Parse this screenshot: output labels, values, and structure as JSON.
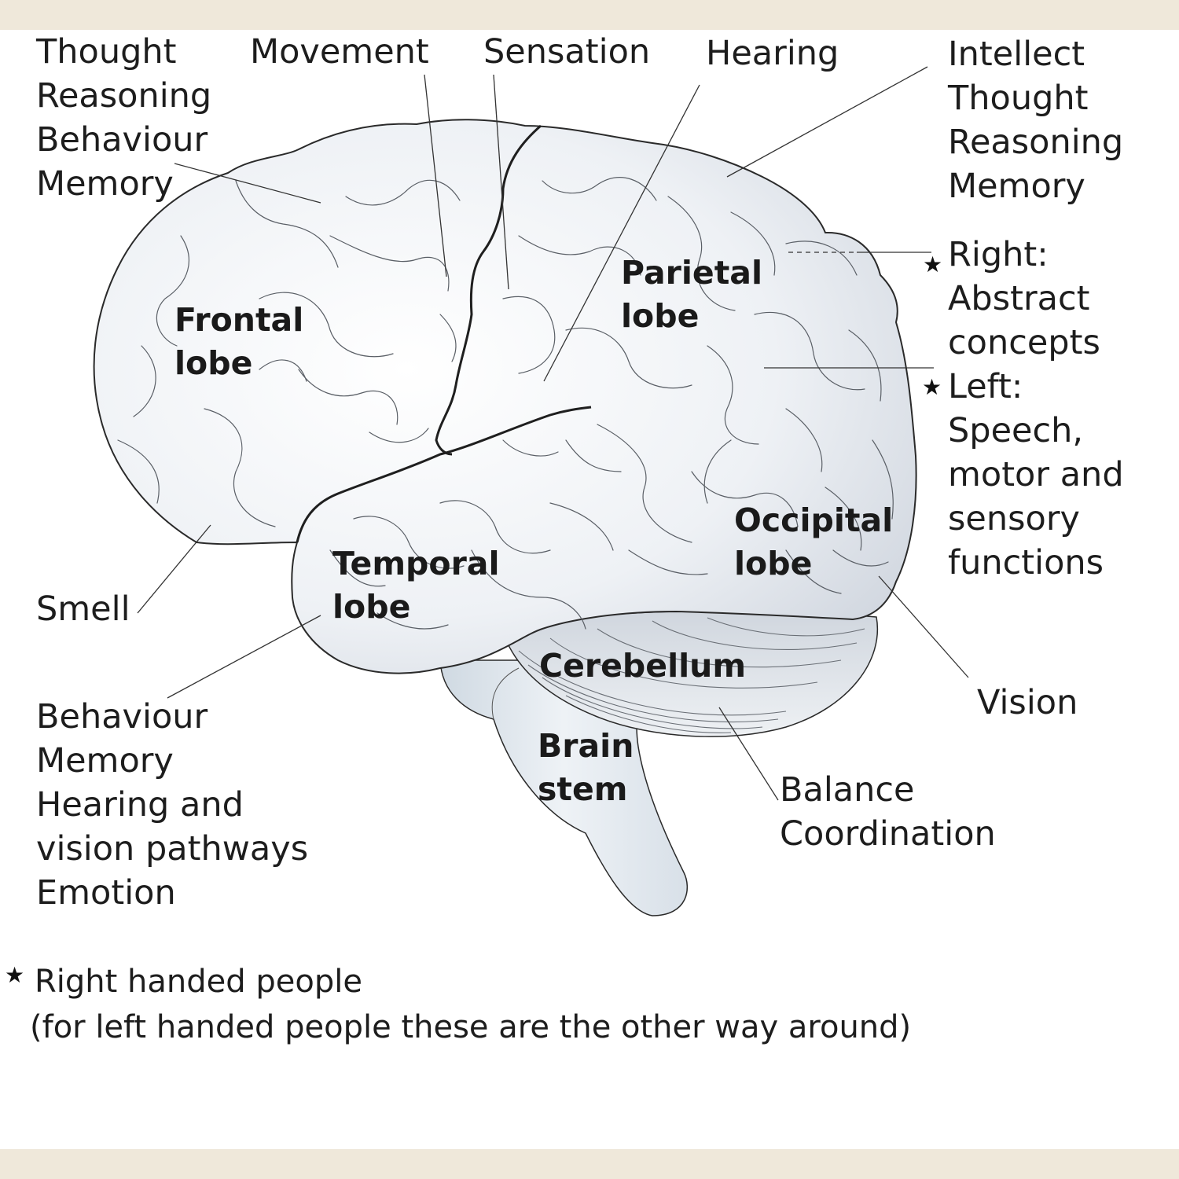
{
  "lobes": {
    "frontal": [
      "Frontal",
      "lobe"
    ],
    "parietal": [
      "Parietal",
      "lobe"
    ],
    "temporal": [
      "Temporal",
      "lobe"
    ],
    "occipital": [
      "Occipital",
      "lobe"
    ],
    "cerebellum": [
      "Cerebellum"
    ],
    "brain_stem": [
      "Brain",
      "stem"
    ]
  },
  "functions": {
    "frontal": [
      "Thought",
      "Reasoning",
      "Behaviour",
      "Memory"
    ],
    "movement": [
      "Movement"
    ],
    "sensation": [
      "Sensation"
    ],
    "hearing": [
      "Hearing"
    ],
    "parietal": [
      "Intellect",
      "Thought",
      "Reasoning",
      "Memory"
    ],
    "hemisphere": [
      "Right:",
      "Abstract",
      "concepts",
      "Left:",
      "Speech,",
      "motor and",
      "sensory",
      "functions"
    ],
    "smell": [
      "Smell"
    ],
    "temporal": [
      "Behaviour",
      "Memory",
      "Hearing and",
      "vision pathways",
      "Emotion"
    ],
    "vision": [
      "Vision"
    ],
    "cerebellum": [
      "Balance",
      "Coordination"
    ]
  },
  "footnote": {
    "star": "★",
    "lines": [
      "Right handed people",
      "(for left handed people these are the other way around)"
    ]
  },
  "colors": {
    "brain_fill": "#f7f8fa",
    "brain_shade": "#d5dae2",
    "stem_fill": "#e3e9ef",
    "outline": "#2a2a2a"
  }
}
